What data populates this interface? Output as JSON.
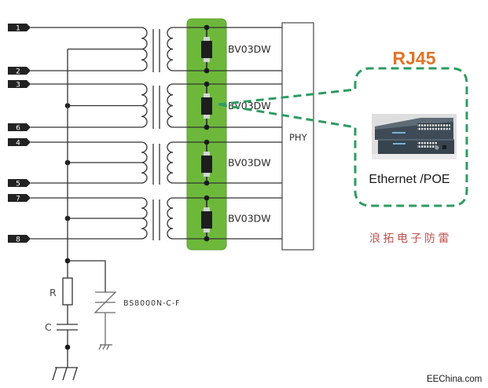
{
  "pins": [
    "1",
    "2",
    "3",
    "6",
    "4",
    "5",
    "7",
    "8"
  ],
  "tvs": [
    {
      "label": "BV03DW"
    },
    {
      "label": "BV03DW"
    },
    {
      "label": "BV03DW"
    },
    {
      "label": "BV03DW"
    }
  ],
  "phy": {
    "label": "PHY"
  },
  "protection": {
    "resistor_label": "R",
    "capacitor_label": "C",
    "gdt_label": "BS8000N-C-F"
  },
  "callout": {
    "title": "RJ45",
    "device_label": "Ethernet /POE",
    "device_icon": "network-switch-icon"
  },
  "watermark": {
    "company": "浪拓电子防雷",
    "site": "EEChina.com"
  },
  "colors": {
    "tvs_array": "#6db83b",
    "callout": "#2f9b62",
    "rj45": "#e07428",
    "company": "#c0504d",
    "wire": "#333333"
  }
}
